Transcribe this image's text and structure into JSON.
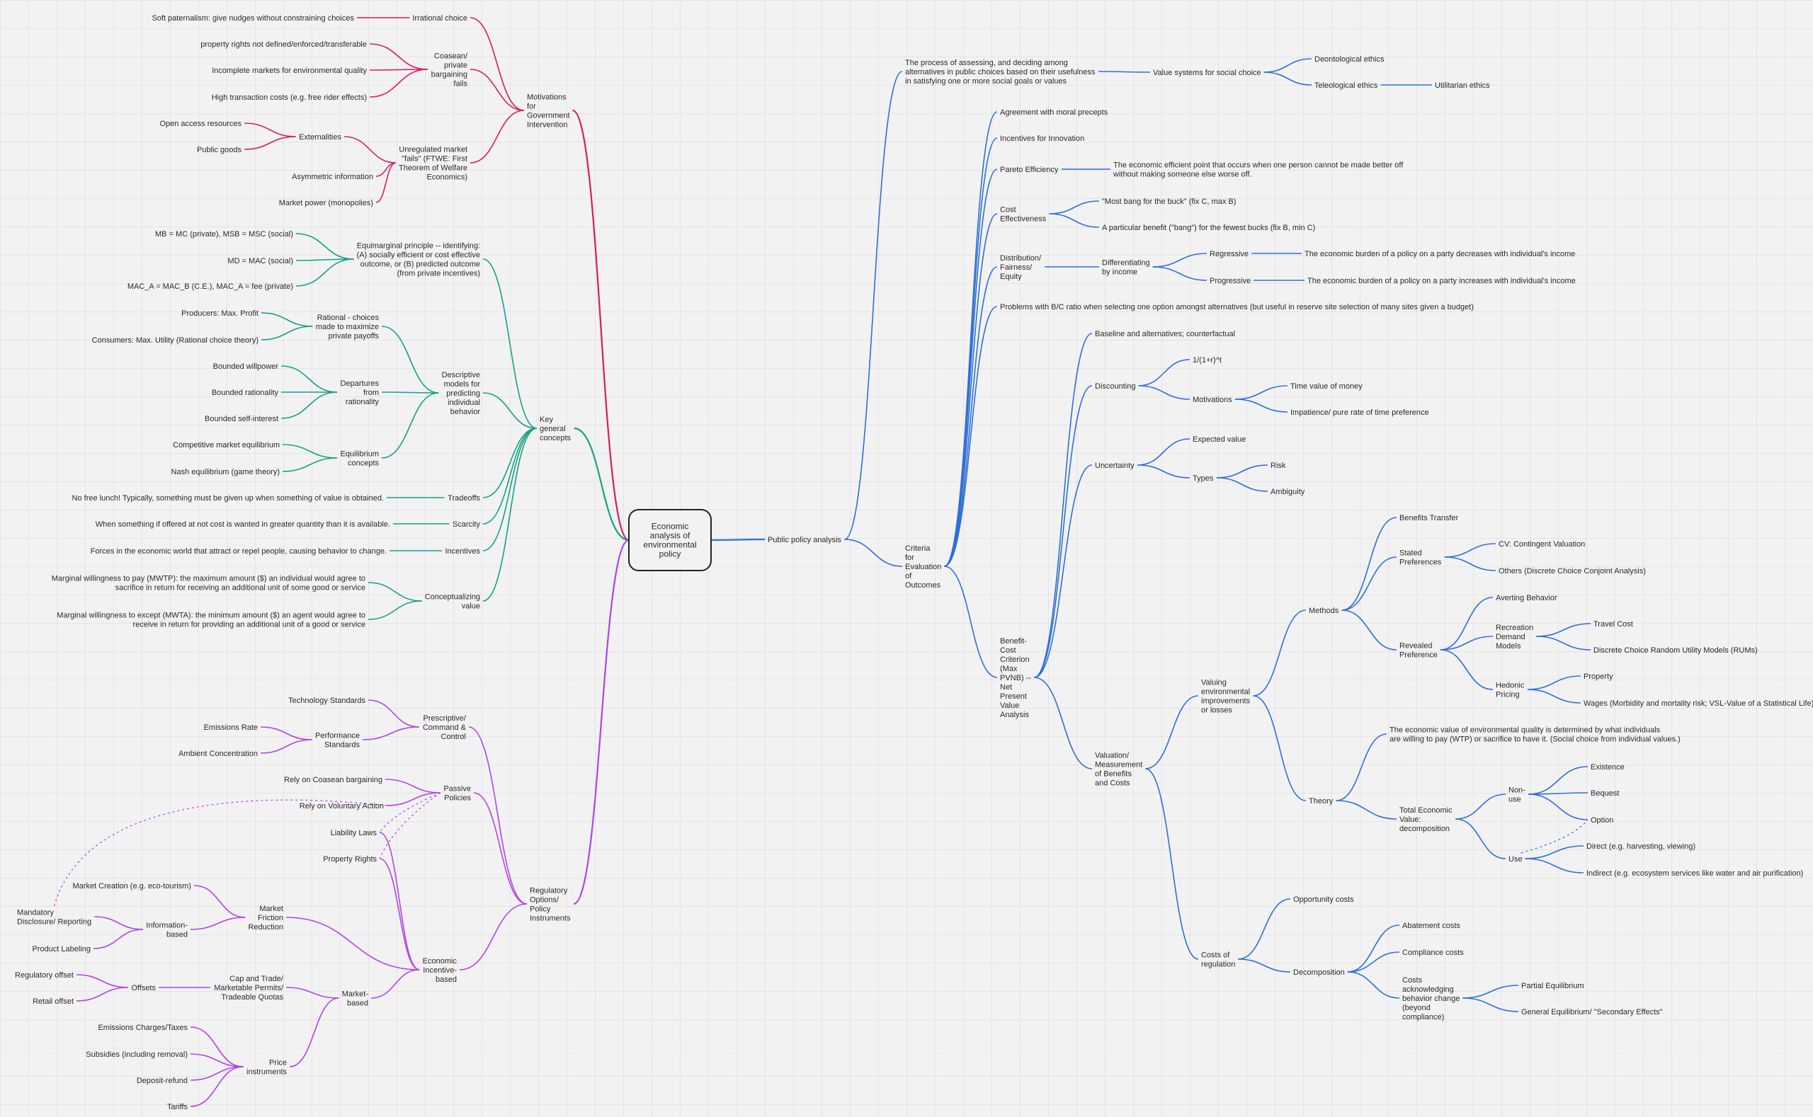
{
  "colors": {
    "motivations": "#d81b60",
    "concepts": "#16a085",
    "regulatory": "#b044e8",
    "policy": "#2f6fd6",
    "root_border": "#222222",
    "text": "#2a2a2a",
    "background": "#f2f2f2",
    "grid": "#e4e4e4"
  },
  "root": {
    "label": "Economic\nanalysis of\nenvironmental\npolicy"
  },
  "nodes": [
    {
      "id": "motivations",
      "label": "Motivations\nfor\nGovernment\nIntervention",
      "parent": "root",
      "branch": "motivations"
    },
    {
      "id": "irrational",
      "label": "Irrational choice",
      "parent": "motivations",
      "branch": "motivations"
    },
    {
      "id": "soft_pat",
      "label": "Soft paternalism: give nudges without constraining choices",
      "parent": "irrational",
      "branch": "motivations"
    },
    {
      "id": "coasean",
      "label": "Coasean/\nprivate\nbargaining\nfails",
      "parent": "motivations",
      "branch": "motivations"
    },
    {
      "id": "prop_rights_nd",
      "label": "property rights not defined/enforced/transferable",
      "parent": "coasean",
      "branch": "motivations"
    },
    {
      "id": "incomplete_mkts",
      "label": "Incomplete markets for environmental quality",
      "parent": "coasean",
      "branch": "motivations"
    },
    {
      "id": "high_tc",
      "label": "High transaction costs (e.g. free rider effects)",
      "parent": "coasean",
      "branch": "motivations"
    },
    {
      "id": "unregulated",
      "label": "Unregulated market\n\"fails\" (FTWE: First\nTheorem of Welfare\nEconomics)",
      "parent": "motivations",
      "branch": "motivations"
    },
    {
      "id": "externalities",
      "label": "Externalities",
      "parent": "unregulated",
      "branch": "motivations"
    },
    {
      "id": "open_access",
      "label": "Open access resources",
      "parent": "externalities",
      "branch": "motivations"
    },
    {
      "id": "public_goods",
      "label": "Public goods",
      "parent": "externalities",
      "branch": "motivations"
    },
    {
      "id": "asym_info",
      "label": "Asymmetric information",
      "parent": "unregulated",
      "branch": "motivations"
    },
    {
      "id": "market_power",
      "label": "Market power (monopolies)",
      "parent": "unregulated",
      "branch": "motivations"
    },
    {
      "id": "key",
      "label": "Key\ngeneral\nconcepts",
      "parent": "root",
      "branch": "concepts"
    },
    {
      "id": "equimarginal",
      "label": "Equimarginal principle -- identifying:\n(A) socially efficient or cost effective\noutcome, or (B) predicted outcome\n(from private incentives)",
      "parent": "key",
      "branch": "concepts"
    },
    {
      "id": "mb_mc",
      "label": "MB = MC (private), MSB = MSC (social)",
      "parent": "equimarginal",
      "branch": "concepts"
    },
    {
      "id": "md_mac",
      "label": "MD = MAC (social)",
      "parent": "equimarginal",
      "branch": "concepts"
    },
    {
      "id": "mac_fee",
      "label": "MAC_A = MAC_B (C.E.),   MAC_A = fee (private)",
      "parent": "equimarginal",
      "branch": "concepts"
    },
    {
      "id": "descriptive",
      "label": "Descriptive\nmodels for\npredicting\nindividual\nbehavior",
      "parent": "key",
      "branch": "concepts"
    },
    {
      "id": "rational",
      "label": "Rational - choices\nmade to maximize\nprivate payoffs",
      "parent": "descriptive",
      "branch": "concepts"
    },
    {
      "id": "producers",
      "label": "Producers: Max. Profit",
      "parent": "rational",
      "branch": "concepts"
    },
    {
      "id": "consumers",
      "label": "Consumers: Max. Utility (Rational choice theory)",
      "parent": "rational",
      "branch": "concepts"
    },
    {
      "id": "departures",
      "label": "Departures\nfrom\nrationality",
      "parent": "descriptive",
      "branch": "concepts"
    },
    {
      "id": "b_will",
      "label": "Bounded willpower",
      "parent": "departures",
      "branch": "concepts"
    },
    {
      "id": "b_rat",
      "label": "Bounded rationality",
      "parent": "departures",
      "branch": "concepts"
    },
    {
      "id": "b_self",
      "label": "Bounded self-interest",
      "parent": "departures",
      "branch": "concepts"
    },
    {
      "id": "equil",
      "label": "Equilibrium\nconcepts",
      "parent": "descriptive",
      "branch": "concepts"
    },
    {
      "id": "comp_eq",
      "label": "Competitive market equilibrium",
      "parent": "equil",
      "branch": "concepts"
    },
    {
      "id": "nash",
      "label": "Nash equilibrium (game theory)",
      "parent": "equil",
      "branch": "concepts"
    },
    {
      "id": "tradeoffs",
      "label": "Tradeoffs",
      "parent": "key",
      "branch": "concepts"
    },
    {
      "id": "tradeoffs_d",
      "label": "No free lunch! Typically, something must be given up when something of value is obtained.",
      "parent": "tradeoffs",
      "branch": "concepts"
    },
    {
      "id": "scarcity",
      "label": "Scarcity",
      "parent": "key",
      "branch": "concepts"
    },
    {
      "id": "scarcity_d",
      "label": "When something if offered at not cost is wanted in greater quantity than it is available.",
      "parent": "scarcity",
      "branch": "concepts"
    },
    {
      "id": "incentives",
      "label": "Incentives",
      "parent": "key",
      "branch": "concepts"
    },
    {
      "id": "incentives_d",
      "label": "Forces in the economic world that attract or repel people, causing behavior to change.",
      "parent": "incentives",
      "branch": "concepts"
    },
    {
      "id": "concval",
      "label": "Conceptualizing\nvalue",
      "parent": "key",
      "branch": "concepts"
    },
    {
      "id": "mwtp",
      "label": "Marginal willingness to pay (MWTP): the maximum amount ($) an individual would agree to\nsacrifice in return for receiving an additional unit of some good or service",
      "parent": "concval",
      "branch": "concepts"
    },
    {
      "id": "mwta",
      "label": "Marginal willingness to except (MWTA): the minimum amount ($) an agent would agree to\nreceive in return for providing an additional unit of a good or service",
      "parent": "concval",
      "branch": "concepts"
    },
    {
      "id": "regulatory",
      "label": "Regulatory\nOptions/\nPolicy\nInstruments",
      "parent": "root",
      "branch": "regulatory"
    },
    {
      "id": "prescriptive",
      "label": "Prescriptive/\nCommand &\nControl",
      "parent": "regulatory",
      "branch": "regulatory"
    },
    {
      "id": "tech_std",
      "label": "Technology Standards",
      "parent": "prescriptive",
      "branch": "regulatory"
    },
    {
      "id": "perf_std",
      "label": "Performance\nStandards",
      "parent": "prescriptive",
      "branch": "regulatory"
    },
    {
      "id": "emis_rate",
      "label": "Emissions Rate",
      "parent": "perf_std",
      "branch": "regulatory"
    },
    {
      "id": "ambient",
      "label": "Ambient Concentration",
      "parent": "perf_std",
      "branch": "regulatory"
    },
    {
      "id": "passive",
      "label": "Passive\nPolicies",
      "parent": "regulatory",
      "branch": "regulatory"
    },
    {
      "id": "coasean_barg",
      "label": "Rely on Coasean bargaining",
      "parent": "passive",
      "branch": "regulatory"
    },
    {
      "id": "voluntary",
      "label": "Rely on Voluntary Action",
      "parent": "passive",
      "branch": "regulatory"
    },
    {
      "id": "economic",
      "label": "Economic\nIncentive-\nbased",
      "parent": "regulatory",
      "branch": "regulatory"
    },
    {
      "id": "liability",
      "label": "Liability Laws",
      "parent": "economic",
      "branch": "regulatory"
    },
    {
      "id": "prop_rights",
      "label": "Property Rights",
      "parent": "economic",
      "branch": "regulatory"
    },
    {
      "id": "mkt_friction",
      "label": "Market\nFriction\nReduction",
      "parent": "economic",
      "branch": "regulatory"
    },
    {
      "id": "mkt_creation",
      "label": "Market Creation (e.g. eco-tourism)",
      "parent": "mkt_friction",
      "branch": "regulatory"
    },
    {
      "id": "info_based",
      "label": "Information-\nbased",
      "parent": "mkt_friction",
      "branch": "regulatory"
    },
    {
      "id": "mandatory",
      "label": "Mandatory\nDisclosure/ Reporting",
      "parent": "info_based",
      "branch": "regulatory"
    },
    {
      "id": "product_lab",
      "label": "Product Labeling",
      "parent": "info_based",
      "branch": "regulatory"
    },
    {
      "id": "mkt_based",
      "label": "Market-\nbased",
      "parent": "economic",
      "branch": "regulatory"
    },
    {
      "id": "cap_trade",
      "label": "Cap and Trade/\nMarketable Permits/\nTradeable Quotas",
      "parent": "mkt_based",
      "branch": "regulatory"
    },
    {
      "id": "offsets",
      "label": "Offsets",
      "parent": "cap_trade",
      "branch": "regulatory"
    },
    {
      "id": "reg_offset",
      "label": "Regulatory offset",
      "parent": "offsets",
      "branch": "regulatory"
    },
    {
      "id": "retail_offset",
      "label": "Retail offset",
      "parent": "offsets",
      "branch": "regulatory"
    },
    {
      "id": "price_inst",
      "label": "Price\ninstruments",
      "parent": "mkt_based",
      "branch": "regulatory"
    },
    {
      "id": "emis_charges",
      "label": "Emissions Charges/Taxes",
      "parent": "price_inst",
      "branch": "regulatory"
    },
    {
      "id": "subsidies",
      "label": "Subsidies (including removal)",
      "parent": "price_inst",
      "branch": "regulatory"
    },
    {
      "id": "deposit",
      "label": "Deposit-refund",
      "parent": "price_inst",
      "branch": "regulatory"
    },
    {
      "id": "tariffs",
      "label": "Tariffs",
      "parent": "price_inst",
      "branch": "regulatory"
    },
    {
      "id": "ppa",
      "label": "Public policy analysis",
      "parent": "root",
      "branch": "policy"
    },
    {
      "id": "process",
      "label": "The process of assessing, and deciding among\nalternatives in public choices based on their usefulness\nin satisfying one or more social goals or values",
      "parent": "ppa",
      "branch": "policy"
    },
    {
      "id": "value_sys",
      "label": "Value systems for social choice",
      "parent": "process",
      "branch": "policy"
    },
    {
      "id": "deont",
      "label": "Deontological ethics",
      "parent": "value_sys",
      "branch": "policy"
    },
    {
      "id": "teleo",
      "label": "Teleological ethics",
      "parent": "value_sys",
      "branch": "policy"
    },
    {
      "id": "utilit",
      "label": "Utilitarian ethics",
      "parent": "teleo",
      "branch": "policy"
    },
    {
      "id": "criteria",
      "label": "Criteria\nfor\nEvaluation\nof\nOutcomes",
      "parent": "ppa",
      "branch": "policy"
    },
    {
      "id": "moral",
      "label": "Agreement with moral precepts",
      "parent": "criteria",
      "branch": "policy"
    },
    {
      "id": "innov",
      "label": "Incentives for Innovation",
      "parent": "criteria",
      "branch": "policy"
    },
    {
      "id": "pareto",
      "label": "Pareto Efficiency",
      "parent": "criteria",
      "branch": "policy"
    },
    {
      "id": "pareto_d",
      "label": "The economic efficient point that occurs when one person cannot be made better off\nwithout making someone else worse off.",
      "parent": "pareto",
      "branch": "policy"
    },
    {
      "id": "cost_eff",
      "label": "Cost\nEffectiveness",
      "parent": "criteria",
      "branch": "policy"
    },
    {
      "id": "bang",
      "label": "\"Most bang for the buck\" (fix C, max B)",
      "parent": "cost_eff",
      "branch": "policy"
    },
    {
      "id": "benefit_fix",
      "label": "A particular benefit (\"bang\") for the fewest bucks (fix B, min C)",
      "parent": "cost_eff",
      "branch": "policy"
    },
    {
      "id": "distrib",
      "label": "Distribution/\nFairness/\nEquity",
      "parent": "criteria",
      "branch": "policy"
    },
    {
      "id": "diff_income",
      "label": "Differentiating\nby income",
      "parent": "distrib",
      "branch": "policy"
    },
    {
      "id": "regressive",
      "label": "Regressive",
      "parent": "diff_income",
      "branch": "policy"
    },
    {
      "id": "regressive_d",
      "label": "The economic burden of a policy on a party decreases with individual's income",
      "parent": "regressive",
      "branch": "policy"
    },
    {
      "id": "progressive",
      "label": "Progressive",
      "parent": "diff_income",
      "branch": "policy"
    },
    {
      "id": "progressive_d",
      "label": "The economic burden of a policy on a party increases with individual's income",
      "parent": "progressive",
      "branch": "policy"
    },
    {
      "id": "bc_ratio",
      "label": "Problems with B/C ratio when selecting one option amongst alternatives (but useful in reserve site selection of many sites given a budget)",
      "parent": "criteria",
      "branch": "policy"
    },
    {
      "id": "bcc",
      "label": "Benefit-\nCost\nCriterion\n(Max\nPVNB) --\nNet\nPresent\nValue\nAnalysis",
      "parent": "criteria",
      "branch": "policy"
    },
    {
      "id": "baseline",
      "label": "Baseline and alternatives; counterfactual",
      "parent": "bcc",
      "branch": "policy"
    },
    {
      "id": "discounting",
      "label": "Discounting",
      "parent": "bcc",
      "branch": "policy"
    },
    {
      "id": "formula",
      "label": "1/(1+r)^t",
      "parent": "discounting",
      "branch": "policy"
    },
    {
      "id": "disc_motiv",
      "label": "Motivations",
      "parent": "discounting",
      "branch": "policy"
    },
    {
      "id": "time_val",
      "label": "Time value of money",
      "parent": "disc_motiv",
      "branch": "policy"
    },
    {
      "id": "impatience",
      "label": "Impatience/ pure rate of time preference",
      "parent": "disc_motiv",
      "branch": "policy"
    },
    {
      "id": "uncertainty",
      "label": "Uncertainty",
      "parent": "bcc",
      "branch": "policy"
    },
    {
      "id": "exp_val",
      "label": "Expected value",
      "parent": "uncertainty",
      "branch": "policy"
    },
    {
      "id": "types",
      "label": "Types",
      "parent": "uncertainty",
      "branch": "policy"
    },
    {
      "id": "risk",
      "label": "Risk",
      "parent": "types",
      "branch": "policy"
    },
    {
      "id": "ambiguity",
      "label": "Ambiguity",
      "parent": "types",
      "branch": "policy"
    },
    {
      "id": "valuation",
      "label": "Valuation/\nMeasurement\nof Benefits\nand Costs",
      "parent": "bcc",
      "branch": "policy"
    },
    {
      "id": "valuing_env",
      "label": "Valuing\nenvironmental\nimprovements\nor losses",
      "parent": "valuation",
      "branch": "policy"
    },
    {
      "id": "methods",
      "label": "Methods",
      "parent": "valuing_env",
      "branch": "policy"
    },
    {
      "id": "benefit_transfer",
      "label": "Benefits Transfer",
      "parent": "methods",
      "branch": "policy"
    },
    {
      "id": "stated_pref",
      "label": "Stated\nPreferences",
      "parent": "methods",
      "branch": "policy"
    },
    {
      "id": "cv",
      "label": "CV: Contingent Valuation",
      "parent": "stated_pref",
      "branch": "policy"
    },
    {
      "id": "others_dcca",
      "label": "Others (Discrete Choice Conjoint Analysis)",
      "parent": "stated_pref",
      "branch": "policy"
    },
    {
      "id": "revealed_pref",
      "label": "Revealed\nPreference",
      "parent": "methods",
      "branch": "policy"
    },
    {
      "id": "averting",
      "label": "Averting Behavior",
      "parent": "revealed_pref",
      "branch": "policy"
    },
    {
      "id": "recreation",
      "label": "Recreation\nDemand\nModels",
      "parent": "revealed_pref",
      "branch": "policy"
    },
    {
      "id": "travel_cost",
      "label": "Travel Cost",
      "parent": "recreation",
      "branch": "policy"
    },
    {
      "id": "rums",
      "label": "Discrete Choice Random Utility Models (RUMs)",
      "parent": "recreation",
      "branch": "policy"
    },
    {
      "id": "hedonic",
      "label": "Hedonic\nPricing",
      "parent": "revealed_pref",
      "branch": "policy"
    },
    {
      "id": "property",
      "label": "Property",
      "parent": "hedonic",
      "branch": "policy"
    },
    {
      "id": "wages",
      "label": "Wages (Morbidity and mortality risk; VSL-Value of a Statistical Life)",
      "parent": "hedonic",
      "branch": "policy"
    },
    {
      "id": "theory",
      "label": "Theory",
      "parent": "valuing_env",
      "branch": "policy"
    },
    {
      "id": "theory_d",
      "label": "The economic value of environmental quality is determined by what individuals\nare willing to pay (WTP) or sacrifice to have it. (Social choice from individual values.)",
      "parent": "theory",
      "branch": "policy"
    },
    {
      "id": "tev",
      "label": "Total Economic\nValue:\ndecomposition",
      "parent": "theory",
      "branch": "policy"
    },
    {
      "id": "nonuse",
      "label": "Non-\nuse",
      "parent": "tev",
      "branch": "policy"
    },
    {
      "id": "existence",
      "label": "Existence",
      "parent": "nonuse",
      "branch": "policy"
    },
    {
      "id": "bequest",
      "label": "Bequest",
      "parent": "nonuse",
      "branch": "policy"
    },
    {
      "id": "option",
      "label": "Option",
      "parent": "nonuse",
      "branch": "policy"
    },
    {
      "id": "use",
      "label": "Use",
      "parent": "tev",
      "branch": "policy"
    },
    {
      "id": "direct",
      "label": "Direct (e.g. harvesting, viewing)",
      "parent": "use",
      "branch": "policy"
    },
    {
      "id": "indirect",
      "label": "Indirect (e.g. ecosystem services like water and air purification)",
      "parent": "use",
      "branch": "policy"
    },
    {
      "id": "costs_reg",
      "label": "Costs of\nregulation",
      "parent": "valuation",
      "branch": "policy"
    },
    {
      "id": "opp_costs",
      "label": "Opportunity costs",
      "parent": "costs_reg",
      "branch": "policy"
    },
    {
      "id": "decomp",
      "label": "Decomposition",
      "parent": "costs_reg",
      "branch": "policy"
    },
    {
      "id": "abatement",
      "label": "Abatement costs",
      "parent": "decomp",
      "branch": "policy"
    },
    {
      "id": "compliance",
      "label": "Compliance costs",
      "parent": "decomp",
      "branch": "policy"
    },
    {
      "id": "costs_ack",
      "label": "Costs\nacknowledging\nbehavior change\n(beyond\ncompliance)",
      "parent": "decomp",
      "branch": "policy"
    },
    {
      "id": "partial_eq",
      "label": "Partial Equilibrium",
      "parent": "costs_ack",
      "branch": "policy"
    },
    {
      "id": "general_eq",
      "label": "General Equilibrium/ \"Secondary Effects\"",
      "parent": "costs_ack",
      "branch": "policy"
    }
  ],
  "cross_links": [
    {
      "from": "voluntary",
      "to": "mandatory",
      "branch": "regulatory"
    },
    {
      "from": "passive",
      "to": "liability",
      "branch": "regulatory"
    },
    {
      "from": "passive",
      "to": "prop_rights",
      "branch": "regulatory"
    },
    {
      "from": "use",
      "to": "option",
      "branch": "policy"
    }
  ]
}
